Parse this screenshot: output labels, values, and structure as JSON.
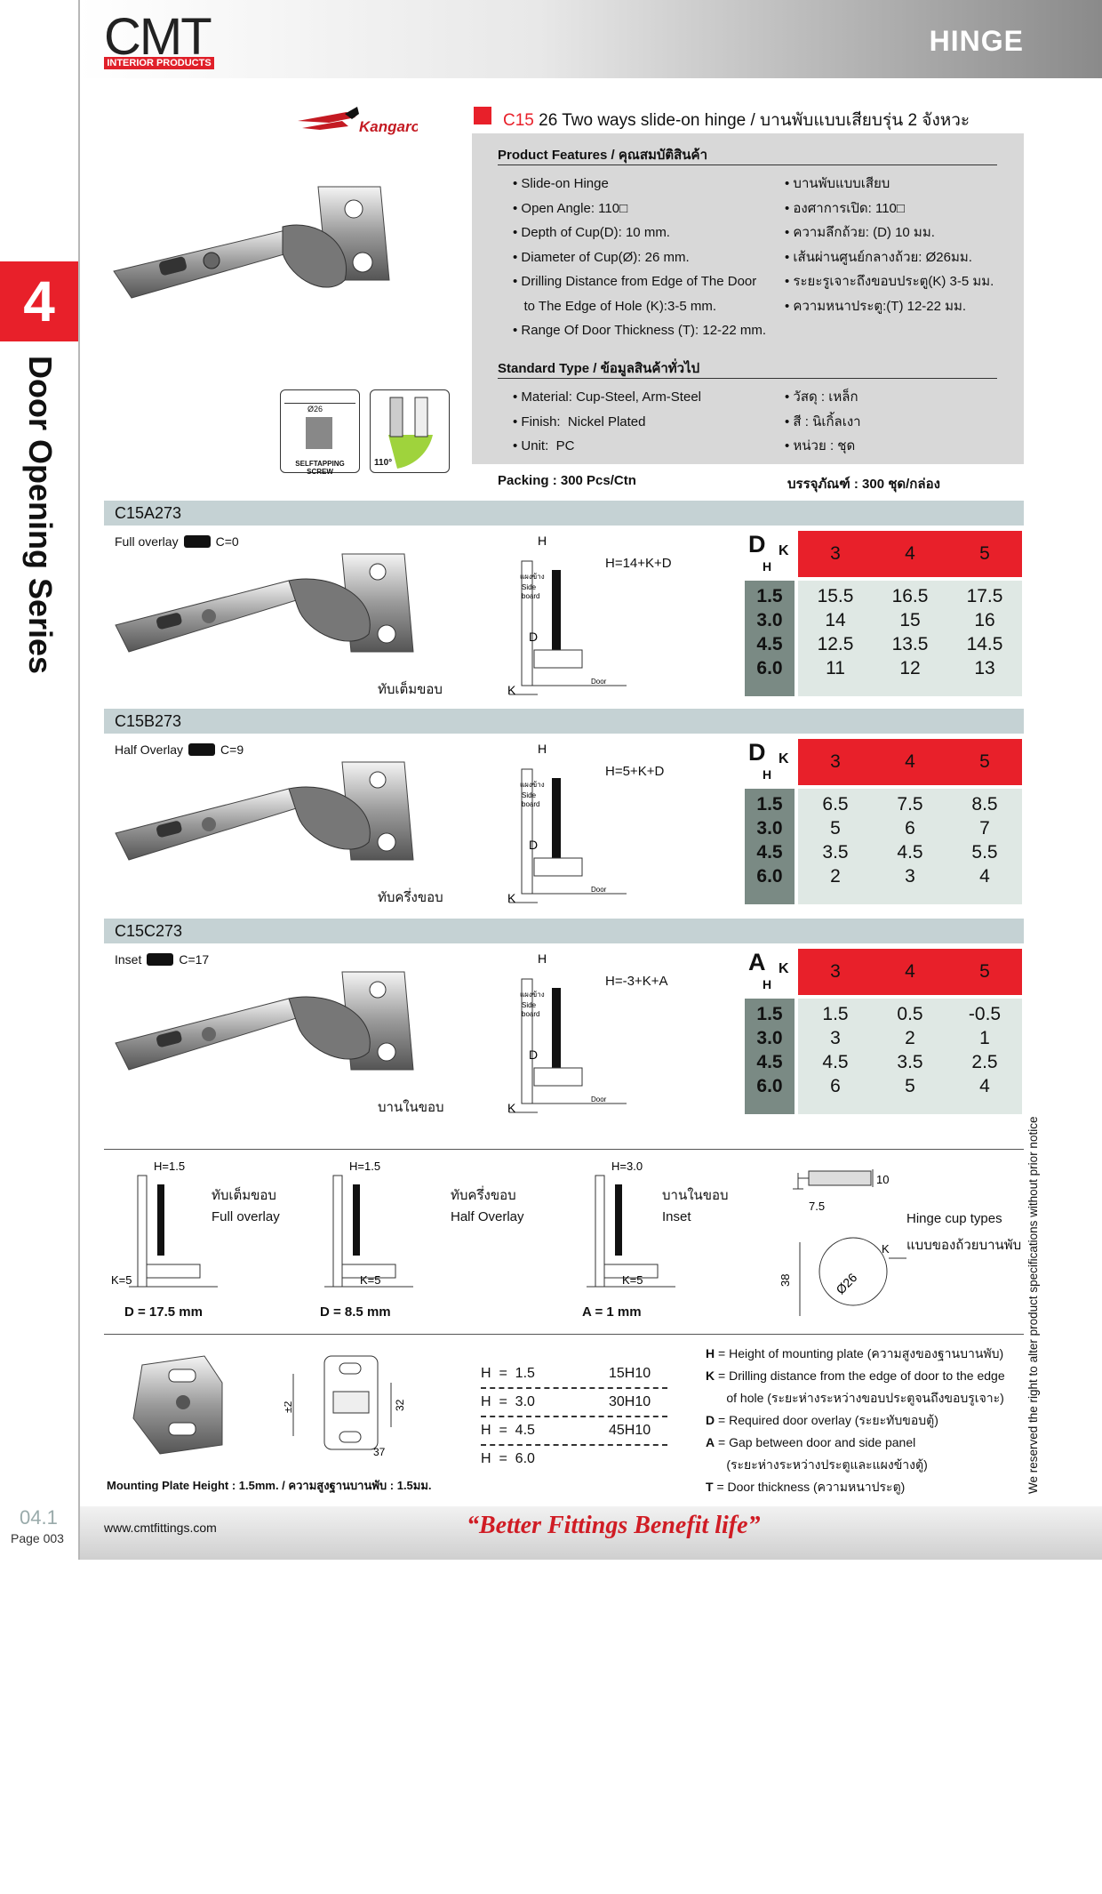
{
  "header": {
    "brand": "CMT",
    "brand_sub": "INTERIOR PRODUCTS",
    "category": "HINGE"
  },
  "section": {
    "number": "4",
    "title": "Door Opening Series"
  },
  "footer": {
    "page_code": "04.1",
    "page_label": "Page 003",
    "url": "www.cmtfittings.com",
    "slogan": "“Better Fittings Benefit life”",
    "side_note": "We reserved the right to alter product specifications without prior notice"
  },
  "product": {
    "logo_text": "Kangaroo",
    "code": "C15",
    "title": " 26 Two ways slide-on hinge / บานพับแบบเสียบรุ่น 2 จังหวะ",
    "features_heading": "Product Features / คุณสมบัติสินค้า",
    "features_en": [
      "• Slide-on Hinge",
      "• Open Angle: 110□",
      "• Depth of Cup(D): 10 mm.",
      "• Diameter of Cup(Ø): 26 mm.",
      "• Drilling Distance from Edge of The Door",
      "   to The Edge of Hole (K):3-5 mm.",
      "• Range Of Door Thickness (T): 12-22 mm."
    ],
    "features_th": [
      "• บานพับแบบเสียบ",
      "• องศาการเปิด: 110□",
      "• ความลึกถ้วย: (D) 10 มม.",
      "• เส้นผ่านศูนย์กลางถ้วย: Ø26มม.",
      "• ระยะรูเจาะถึงขอบประตู(K) 3-5 มม.",
      "• ความหนาประตู:(T) 12-22 มม."
    ],
    "standard_heading": "Standard Type / ข้อมูลสินค้าทั่วไป",
    "standard_en": [
      "• Material: Cup-Steel, Arm-Steel",
      "• Finish:  Nickel Plated",
      "• Unit:  PC"
    ],
    "standard_th": [
      "• วัสดุ : เหล็ก",
      "• สี : นิเกิ้ลเงา",
      "• หน่วย : ชุด"
    ],
    "packing_en": "Packing : 300 Pcs/Ctn",
    "packing_th": "บรรจุภัณฑ์ : 300 ชุด/กล่อง",
    "icon_labels": {
      "cup": "Ø26",
      "screw": "SELFTAPPING SCREW",
      "angle": "110°"
    }
  },
  "variants": [
    {
      "code": "C15A273",
      "overlay": "Full overlay",
      "c": "C=0",
      "formula": "H=14+K+D",
      "thai": "ทับเต็มขอบ",
      "corner": "D",
      "table": {
        "k": [
          "3",
          "4",
          "5"
        ],
        "rows": [
          {
            "h": "1.5",
            "v": [
              "15.5",
              "16.5",
              "17.5"
            ]
          },
          {
            "h": "3.0",
            "v": [
              "14",
              "15",
              "16"
            ]
          },
          {
            "h": "4.5",
            "v": [
              "12.5",
              "13.5",
              "14.5"
            ]
          },
          {
            "h": "6.0",
            "v": [
              "11",
              "12",
              "13"
            ]
          }
        ]
      }
    },
    {
      "code": "C15B273",
      "overlay": "Half Overlay",
      "c": "C=9",
      "formula": "H=5+K+D",
      "thai": "ทับครึ่งขอบ",
      "corner": "D",
      "table": {
        "k": [
          "3",
          "4",
          "5"
        ],
        "rows": [
          {
            "h": "1.5",
            "v": [
              "6.5",
              "7.5",
              "8.5"
            ]
          },
          {
            "h": "3.0",
            "v": [
              "5",
              "6",
              "7"
            ]
          },
          {
            "h": "4.5",
            "v": [
              "3.5",
              "4.5",
              "5.5"
            ]
          },
          {
            "h": "6.0",
            "v": [
              "2",
              "3",
              "4"
            ]
          }
        ]
      }
    },
    {
      "code": "C15C273",
      "overlay": "Inset",
      "c": "C=17",
      "formula": "H=-3+K+A",
      "thai": "บานในขอบ",
      "corner": "A",
      "table": {
        "k": [
          "3",
          "4",
          "5"
        ],
        "rows": [
          {
            "h": "1.5",
            "v": [
              "1.5",
              "0.5",
              "-0.5"
            ]
          },
          {
            "h": "3.0",
            "v": [
              "3",
              "2",
              "1"
            ]
          },
          {
            "h": "4.5",
            "v": [
              "4.5",
              "3.5",
              "2.5"
            ]
          },
          {
            "h": "6.0",
            "v": [
              "6",
              "5",
              "4"
            ]
          }
        ]
      }
    }
  ],
  "drawing_labels": {
    "h": "H",
    "k": "K",
    "d": "D",
    "a": "A",
    "side": "แผงข้าง",
    "side_en": "Side",
    "board": "board",
    "door": "Door"
  },
  "examples": [
    {
      "th": "ทับเต็มขอบ",
      "en": "Full overlay",
      "h": "H=1.5",
      "k": "K=5",
      "result": "D = 17.5 mm"
    },
    {
      "th": "ทับครึ่งขอบ",
      "en": "Half Overlay",
      "h": "H=1.5",
      "k": "K=5",
      "result": "D = 8.5 mm"
    },
    {
      "th": "บานในขอบ",
      "en": "Inset",
      "h": "H=3.0",
      "k": "K=5",
      "result": "A = 1 mm"
    }
  ],
  "cup": {
    "th_label": "Hinge cup types",
    "th_label2": "แบบของถ้วยบานพับ",
    "dims": {
      "d10": "10",
      "d75": "7.5",
      "d38": "38",
      "d26": "Ø26",
      "k": "K"
    }
  },
  "plate": {
    "caption": "Mounting Plate Height : 1.5mm.  / ความสูงฐานบานพับ : 1.5มม.",
    "dims": {
      "a": "±2",
      "b": "32",
      "c": "37"
    }
  },
  "plate_table": [
    {
      "h": "H  =  1.5",
      "code": "15H10"
    },
    {
      "h": "H  =  3.0",
      "code": "30H10"
    },
    {
      "h": "H  =  4.5",
      "code": "45H10"
    },
    {
      "h": "H  =  6.0",
      "code": ""
    }
  ],
  "legend": [
    {
      "k": "H",
      "t": " = Height of mounting plate (ความสูงของฐานบานพับ)"
    },
    {
      "k": "K",
      "t": " = Drilling distance from the edge of door to the edge"
    },
    {
      "k": "",
      "t": "      of hole (ระยะห่างระหว่างขอบประตูจนถึงขอบรูเจาะ)"
    },
    {
      "k": "D",
      "t": " = Required door overlay (ระยะทับขอบตู้)"
    },
    {
      "k": "A",
      "t": " = Gap between door and side panel"
    },
    {
      "k": "",
      "t": "      (ระยะห่างระหว่างประตูและแผงข้างตู้)"
    },
    {
      "k": "T",
      "t": " = Door thickness (ความหนาประตู)"
    }
  ],
  "colors": {
    "accent": "#e8202a",
    "bar": "#c5d2d4",
    "table_body": "#dfe8e4",
    "table_left": "#7a8a84"
  }
}
